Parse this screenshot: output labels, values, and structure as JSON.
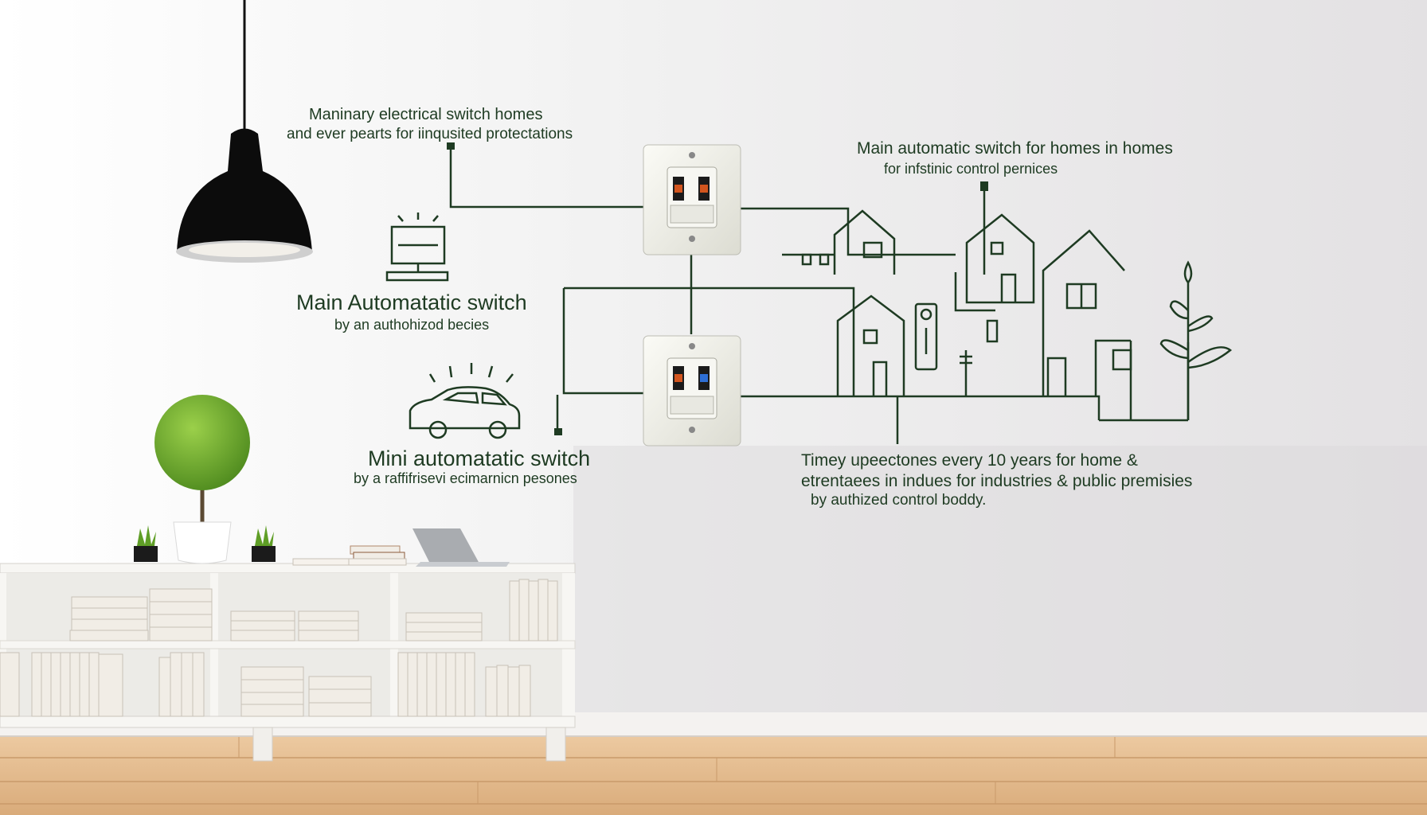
{
  "labels": {
    "top_line1": "Maninary electrical switch homes",
    "top_line2": "and ever pearts for iinqusited protectations",
    "main_title": "Main Automatatic switch",
    "main_subtitle": "by an authohizod becies",
    "mini_title": "Mini automatatic switch",
    "mini_subtitle": "by a raffifrisevi ecimarnicn pesones",
    "right_line1": "Main automatic switch for homes in homes",
    "right_line2": "for infstinic control pernices",
    "bottom_line1": "Timey upeectones every 10 years for home &",
    "bottom_line2": "etrentaees in indues for  industries & public premisies",
    "bottom_line3": "by authized control boddy."
  },
  "icons": {
    "lamp": "pendant-lamp-icon",
    "monitor": "monitor-icon",
    "car": "car-icon",
    "houses": "house-icon",
    "plant": "plant-icon",
    "switch": "circuit-breaker-icon",
    "meter": "meter-icon"
  },
  "colors": {
    "wall": "#eeeeee",
    "line_art": "#1e3b22",
    "floor": "#e2b98c",
    "shelf": "#f3f1ee",
    "plant": "#6aa52c"
  }
}
